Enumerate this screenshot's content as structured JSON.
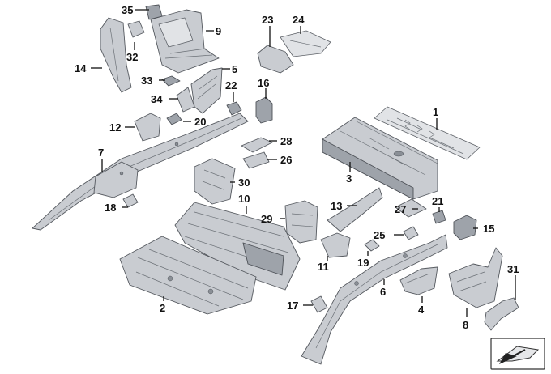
{
  "callouts": [
    "1",
    "2",
    "3",
    "4",
    "5",
    "6",
    "7",
    "8",
    "9",
    "10",
    "11",
    "12",
    "13",
    "14",
    "15",
    "16",
    "17",
    "18",
    "19",
    "20",
    "21",
    "22",
    "23",
    "24",
    "25",
    "26",
    "27",
    "28",
    "29",
    "30",
    "31",
    "32",
    "33",
    "34",
    "35"
  ],
  "colors": {
    "part_fill": "#c9ccd1",
    "part_stroke": "#55595f",
    "label": "#111111",
    "background": "#ffffff"
  },
  "icons": {
    "view_indicator": "car-view-arrow-icon"
  }
}
